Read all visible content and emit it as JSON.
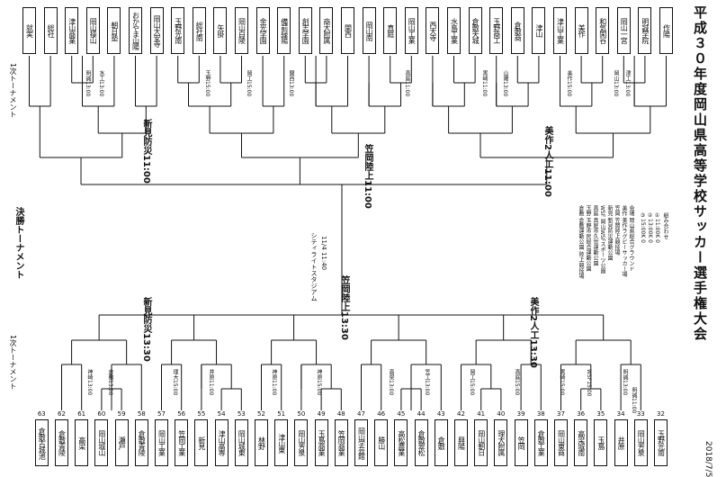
{
  "title": "平成３０年度岡山県高等学校サッカー選手権大会",
  "date": "2018/7/5",
  "top_teams": [
    {
      "no": "1",
      "name": "作陽"
    },
    {
      "no": "2",
      "name": "明誠学院"
    },
    {
      "no": "3",
      "name": "岡山一宮"
    },
    {
      "no": "4",
      "name": "和気閑谷"
    },
    {
      "no": "5",
      "name": "美作"
    },
    {
      "no": "6",
      "name": "津山工業"
    },
    {
      "no": "7",
      "name": "津山"
    },
    {
      "no": "8",
      "name": "倉敷商"
    },
    {
      "no": "9",
      "name": "玉野商工"
    },
    {
      "no": "10",
      "name": "倉敷天城"
    },
    {
      "no": "11",
      "name": "水島工業"
    },
    {
      "no": "12",
      "name": "西大寺"
    },
    {
      "no": "13",
      "name": "岡山工業"
    },
    {
      "no": "14",
      "name": "真庭"
    },
    {
      "no": "15",
      "name": "岡山南"
    },
    {
      "no": "16",
      "name": "関西"
    },
    {
      "no": "17",
      "name": "商大附属"
    },
    {
      "no": "18",
      "name": "創志学園"
    },
    {
      "no": "19",
      "name": "備前緑陽"
    },
    {
      "no": "20",
      "name": "金光学園"
    },
    {
      "no": "21",
      "name": "岡山白陵"
    },
    {
      "no": "22",
      "name": "矢掛"
    },
    {
      "no": "23",
      "name": "総社南"
    },
    {
      "no": "24",
      "name": "玉野光南"
    },
    {
      "no": "25",
      "name": "岡山大安寺"
    },
    {
      "no": "26",
      "name": "おかやま山陽"
    },
    {
      "no": "27",
      "name": "朝日塾"
    },
    {
      "no": "28",
      "name": "岡山操山"
    },
    {
      "no": "29",
      "name": "津山商業"
    },
    {
      "no": "30",
      "name": "総社"
    },
    {
      "no": "31",
      "name": "就実"
    }
  ],
  "bottom_teams": [
    {
      "no": "32",
      "name": "玉野光南"
    },
    {
      "no": "33",
      "name": "岡山芳泉"
    },
    {
      "no": "34",
      "name": "井原"
    },
    {
      "no": "35",
      "name": "玉島"
    },
    {
      "no": "36",
      "name": "高梁城南"
    },
    {
      "no": "37",
      "name": "岡山東商"
    },
    {
      "no": "38",
      "name": "倉敷工業"
    },
    {
      "no": "39",
      "name": "笠岡"
    },
    {
      "no": "40",
      "name": "理大附属"
    },
    {
      "no": "41",
      "name": "岡山朝日"
    },
    {
      "no": "42",
      "name": "興陽"
    },
    {
      "no": "43",
      "name": "倉敷"
    },
    {
      "no": "44",
      "name": "倉敷翠松"
    },
    {
      "no": "45",
      "name": "高松農業"
    },
    {
      "no": "46",
      "name": "勝山"
    },
    {
      "no": "47",
      "name": "岡山学芸館"
    },
    {
      "no": "48",
      "name": "笠岡商業"
    },
    {
      "no": "49",
      "name": "玉島商業"
    },
    {
      "no": "50",
      "name": "岡山芳泉"
    },
    {
      "no": "51",
      "name": "津山東"
    },
    {
      "no": "52",
      "name": "林野"
    },
    {
      "no": "53",
      "name": "岡山城東"
    },
    {
      "no": "54",
      "name": "津山高専"
    },
    {
      "no": "55",
      "name": "新見"
    },
    {
      "no": "56",
      "name": "笠岡工業"
    },
    {
      "no": "57",
      "name": "岡山工業"
    },
    {
      "no": "58",
      "name": "倉敷青陵"
    },
    {
      "no": "59",
      "name": "瀬戸"
    },
    {
      "no": "60",
      "name": "岡山城山"
    },
    {
      "no": "61",
      "name": "高梁"
    },
    {
      "no": "62",
      "name": "倉敷青陵"
    },
    {
      "no": "63",
      "name": "倉敷古城池"
    }
  ],
  "venues": {
    "top_r3_left": "新見防災11:00",
    "top_r3_mid": "笠岡陸上11:00",
    "top_r3_right": "美作2人工11:00",
    "bottom_r3_left": "新見防災13:30",
    "bottom_r3_mid": "笠岡陸上13:30",
    "bottom_r3_right": "美作2人工13:30",
    "final": "シティライトスタジアム",
    "final_date": "11/4 11:40"
  },
  "stage_labels": {
    "first_top": "1次トーナメント",
    "second": "決勝トーナメント",
    "first_bottom": "1次トーナメント"
  },
  "schedule": {
    "heading": "組み合わせ",
    "lines": [
      "①11:00K 0",
      "②13:00K 0",
      "③15:00K 0"
    ]
  },
  "venue_list": {
    "lines": [
      "会場 岡山県総合グラウンド",
      "美作 美作ラグビーサッカー場",
      "笠岡 笠岡陸上競技場",
      "新見 新見防災運動公園",
      "WSF 岡山WSFスポーツ公園",
      "真庭 真庭市久世運動公園",
      "玉野 玉野市民総合運動公園",
      "倉敷 倉敷運動公園 陸上競技場"
    ]
  },
  "match_times": [
    "明誠13:00",
    "水工13:00",
    "玉野15:00",
    "岡工15:00",
    "関西13:00",
    "真庭11:00",
    "黒崎11:00",
    "山陽13:00",
    "美作15:00",
    "岡山13:00",
    "津工13:00",
    "神崎13:00",
    "倉敷13:00",
    "理大15:00",
    "井原11:00",
    "神原11:00",
    "神原15:00",
    "高梁13:00",
    "笠工13:00",
    "岡工15:00",
    "真庭15:00",
    "黒崎15:00",
    "WSF15:00",
    "明誠13:00",
    "明誠11:00"
  ]
}
